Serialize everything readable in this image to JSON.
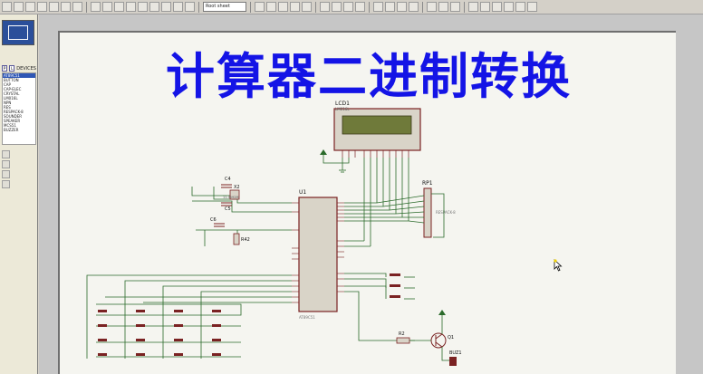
{
  "toolbar": {
    "zoom_select": "Root sheet",
    "colors": {
      "bg": "#d4d0c8"
    }
  },
  "sidebar": {
    "devices_tabs": [
      "P",
      "L"
    ],
    "devices_label": "DEVICES",
    "devices": [
      "AT89C51",
      "BUTTON",
      "CAP",
      "CAP-ELEC",
      "CRYSTAL",
      "LM016L",
      "NPN",
      "RES",
      "RESPACK-8",
      "SOUNDER",
      "SPEAKER",
      "MCS51",
      "BUZZER"
    ],
    "selected_index": 0
  },
  "canvas": {
    "title": "计算器二进制转换",
    "title_color": "#1414e6",
    "labels": {
      "lcd": "LCD1",
      "lcd_model": "LM016L",
      "mcu": "U1",
      "mcu_model": "AT89C51",
      "rp": "RP1",
      "rp_model": "RESPACK-8",
      "c4": "C4",
      "x2": "X2",
      "c5": "C5",
      "c6": "C6",
      "r42": "R42",
      "r2": "R2",
      "q1": "Q1",
      "buz": "BUZ1",
      "crystal_val": "11.0592M"
    }
  }
}
